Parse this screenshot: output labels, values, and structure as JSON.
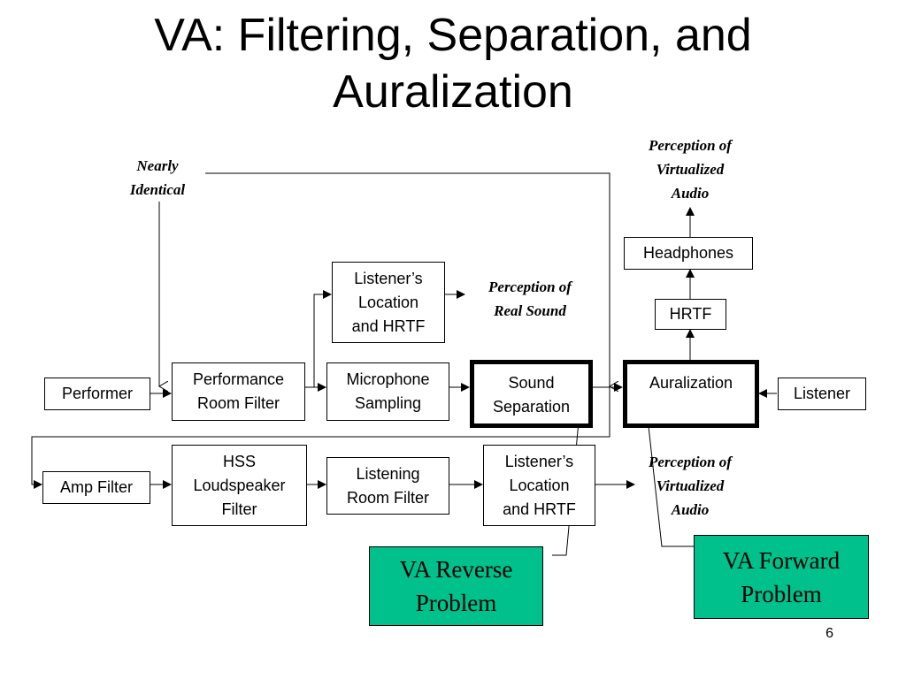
{
  "title": {
    "line1": "VA: Filtering, Separation, and",
    "line2": "Auralization"
  },
  "boxes": {
    "performer": "Performer",
    "performance_room_filter": "Performance\nRoom Filter",
    "microphone_sampling": "Microphone\nSampling",
    "sound_separation": "Sound\nSeparation",
    "auralization": "Auralization",
    "listener": "Listener",
    "hrtf": "HRTF",
    "headphones": "Headphones",
    "listeners_location_top": "Listener’s\nLocation\nand HRTF",
    "amp_filter": "Amp Filter",
    "hss_loudspeaker_filter": "HSS\nLoudspeaker\nFilter",
    "listening_room_filter": "Listening\nRoom Filter",
    "listeners_location_bottom": "Listener’s\nLocation\nand HRTF"
  },
  "notes": {
    "nearly_identical": "Nearly\nIdentical",
    "perception_virtualized_top": "Perception of\nVirtualized\nAudio",
    "perception_real_sound": "Perception of\nReal Sound",
    "perception_virtualized_bottom": "Perception of\nVirtualized\nAudio"
  },
  "callouts": {
    "va_reverse": "VA Reverse\nProblem",
    "va_forward": "VA Forward\nProblem"
  },
  "page_number": "6",
  "colors": {
    "callout_fill": "#00c08b",
    "line": "#000000"
  }
}
